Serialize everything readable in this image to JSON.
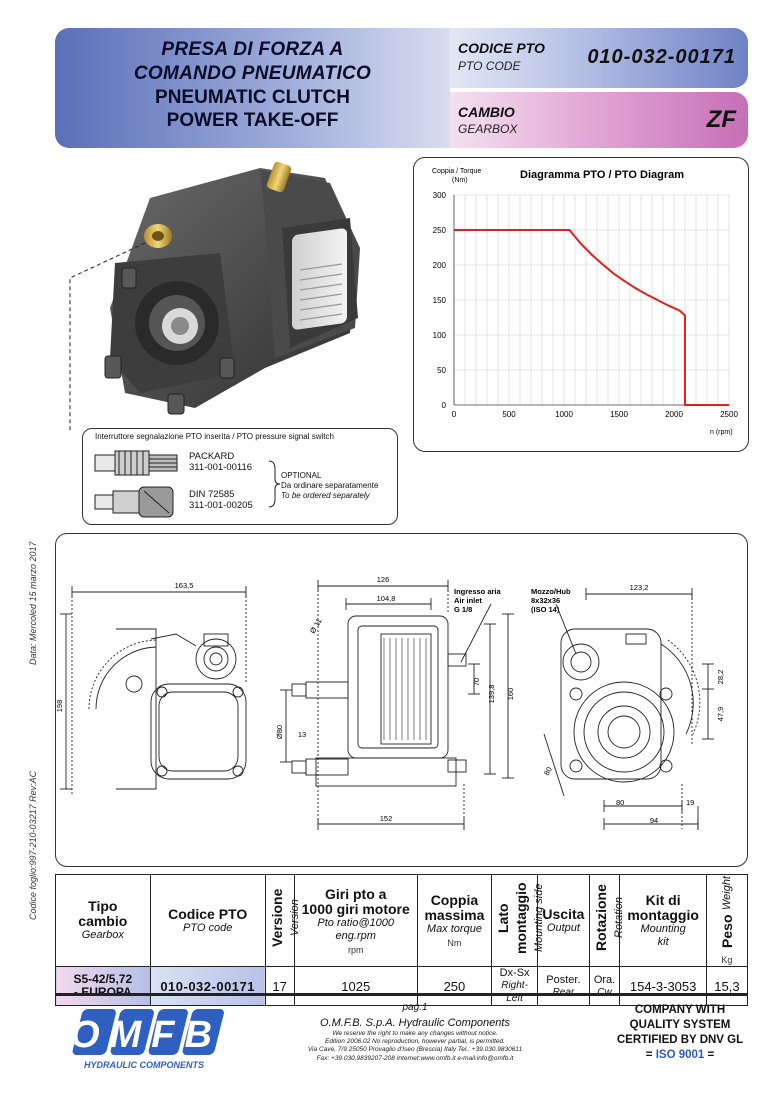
{
  "header": {
    "title_it_1": "PRESA DI FORZA A",
    "title_it_2": "COMANDO PNEUMATICO",
    "title_en_1": "PNEUMATIC CLUTCH",
    "title_en_2": "POWER TAKE-OFF",
    "code_label_it": "CODICE PTO",
    "code_label_en": "PTO CODE",
    "code_value": "010-032-00171",
    "gearbox_label_it": "CAMBIO",
    "gearbox_label_en": "GEARBOX",
    "gearbox_value": "ZF"
  },
  "chart_data": {
    "type": "line",
    "title": "Diagramma PTO / PTO Diagram",
    "ylabel_1": "Coppia / Torque",
    "ylabel_2": "(Nm)",
    "xlabel": "n (rpm)",
    "xlim": [
      0,
      2500
    ],
    "ylim": [
      0,
      300
    ],
    "xticks": [
      0,
      500,
      1000,
      1500,
      2000,
      2500
    ],
    "yticks": [
      0,
      50,
      100,
      150,
      200,
      250,
      300
    ],
    "grid": true,
    "line_color": "#e0221c",
    "series": [
      {
        "x": [
          0,
          1050,
          1150,
          1250,
          1350,
          1450,
          1550,
          1650,
          1750,
          1850,
          1950,
          2050,
          2100,
          2100,
          2500
        ],
        "y": [
          250,
          250,
          231,
          215,
          201,
          188,
          177,
          167,
          158,
          150,
          142,
          135,
          128,
          0,
          0
        ]
      }
    ]
  },
  "switch": {
    "title": "Interruttore segnalazione PTO inserita / PTO pressure signal switch",
    "packard_name": "PACKARD",
    "packard_code": "311-001-00116",
    "din_name": "DIN 72585",
    "din_code": "311-001-00205",
    "optional_1": "OPTIONAL",
    "optional_2": "Da ordinare separatamente",
    "optional_3": "To be ordered separately"
  },
  "side": {
    "date": "Data: Mercoled 15 marzo 2017",
    "code": "Codice foglio:997-210-03217   Rev:AC"
  },
  "drawing": {
    "dim_163_5": "163,5",
    "dim_198": "198",
    "dim_126": "126",
    "dim_104_8": "104,8",
    "dim_11": "Ø 11",
    "dim_80": "Ø80",
    "dim_13": "13",
    "dim_70": "70",
    "dim_139_8": "139,8",
    "dim_160": "160",
    "dim_152": "152",
    "air_inlet_1": "Ingresso aria",
    "air_inlet_2": "Air inlet",
    "air_inlet_3": "G 1/8",
    "hub_1": "Mozzo/Hub",
    "hub_2": "8x32x36",
    "hub_3": "(ISO 14)",
    "dim_123_2": "123,2",
    "dim_28_2": "28,2",
    "dim_47_9": "47,9",
    "dim_80b": "80",
    "dim_sq80": "80",
    "dim_19": "19",
    "dim_94": "94"
  },
  "table": {
    "h_tipo_1": "Tipo",
    "h_tipo_2": "cambio",
    "h_tipo_en": "Gearbox",
    "h_codice": "Codice PTO",
    "h_codice_en": "PTO code",
    "h_versione": "Versione",
    "h_versione_en": "Version",
    "h_giri_1": "Giri pto a",
    "h_giri_2": "1000 giri motore",
    "h_giri_en": "Pto ratio@1000 eng.rpm",
    "h_giri_unit": "rpm",
    "h_coppia_1": "Coppia",
    "h_coppia_2": "massima",
    "h_coppia_en": "Max torque",
    "h_coppia_unit": "Nm",
    "h_lato_1": "Lato",
    "h_lato_2": "montaggio",
    "h_lato_en": "Mounting side",
    "h_uscita": "Uscita",
    "h_uscita_en": "Output",
    "h_rot": "Rotazione",
    "h_rot_en": "Rotation",
    "h_kit_1": "Kit di",
    "h_kit_2": "montaggio",
    "h_kit_en_1": "Mounting",
    "h_kit_en_2": "kit",
    "h_peso": "Peso",
    "h_peso_en": "Weight",
    "h_peso_unit": "Kg",
    "v_gear_1": "S5-42/5,72",
    "v_gear_2": "- EUROPA",
    "v_code": "010-032-00171",
    "v_version": "17",
    "v_ratio": "1025",
    "v_torque": "250",
    "v_side_1": "Dx-Sx",
    "v_side_2": "Right-Left",
    "v_output_1": "Poster.",
    "v_output_2": "Rear",
    "v_rot_1": "Ora.",
    "v_rot_2": "Cw",
    "v_kit": "154-3-3053",
    "v_weight": "15,3"
  },
  "footer": {
    "page": "pag.1",
    "company": "O.M.F.B. S.p.A. Hydraulic Components",
    "legal_1": "We reserve the right to make any changes without notice.",
    "legal_2": "Edition 2006.02 No reproduction, however partial, is permitted.",
    "legal_3": "Via Cave, 7/9 25050 Provaglio d'Iseo (Brescia) Italy Tel.: +39.030.9830611",
    "legal_4": "Fax: +39.030.9839207-208 Internet:www.omfb.it e-mail:info@omfb.it",
    "cert_1": "COMPANY WITH",
    "cert_2": "QUALITY SYSTEM",
    "cert_3": "CERTIFIED BY DNV GL",
    "cert_eq_left": "= ",
    "cert_iso": "ISO 9001",
    "cert_eq_right": " =",
    "logo_text": "OMFB",
    "logo_sub": "HYDRAULIC COMPONENTS"
  }
}
